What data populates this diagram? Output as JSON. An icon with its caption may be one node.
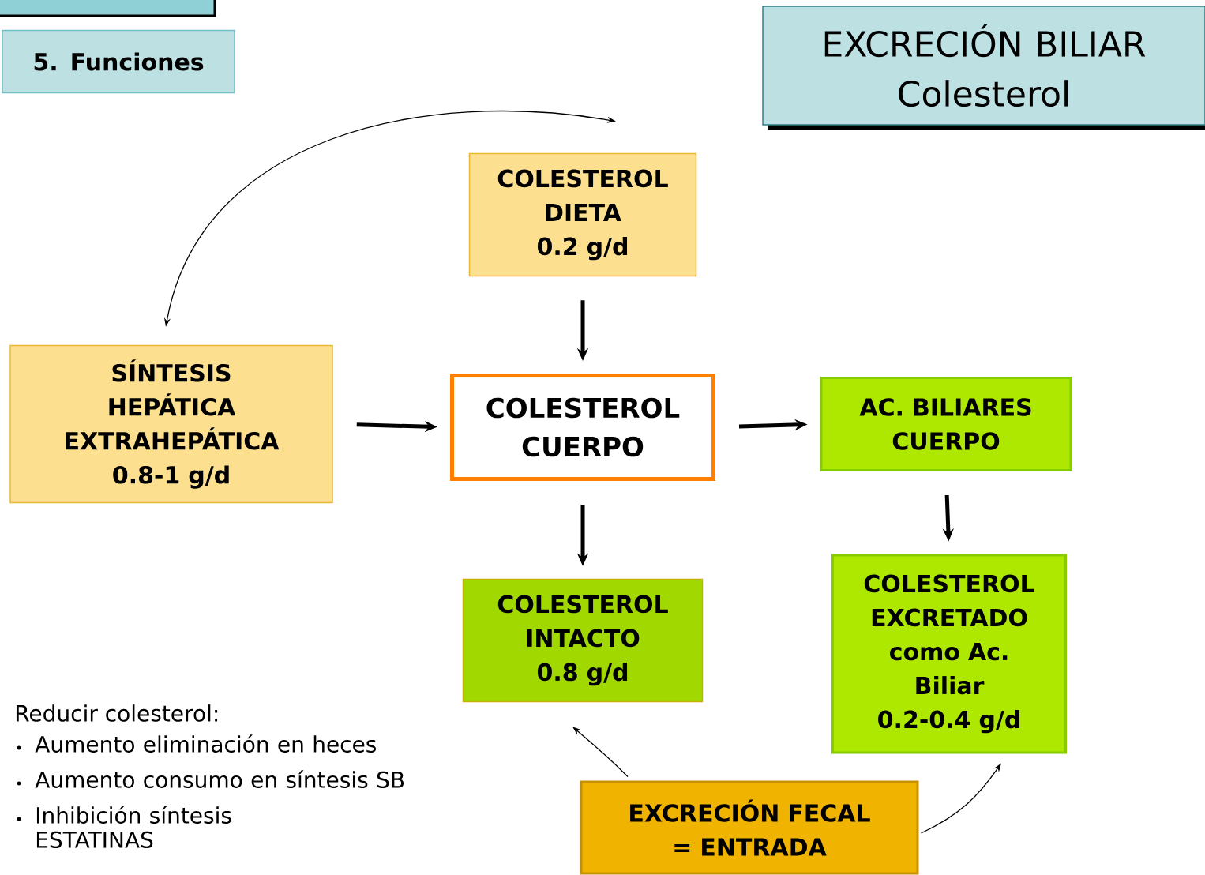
{
  "diagram": {
    "nodes": [
      {
        "text": [
          "5. Funciones"
        ]
      },
      {
        "text": [
          "EXCRECIÓN BILIAR",
          "Colesterol"
        ]
      },
      {
        "text": [
          "COLESTEROL DIETA",
          "0.2 g/d"
        ]
      },
      {
        "text": [
          "SÍNTESIS HEPÁTICA EXTRAHEPÁTICA",
          "0.8-1 g/d"
        ]
      },
      {
        "text": [
          "COLESTEROL CUERPO"
        ]
      },
      {
        "text": [
          "AC. BILIARES CUERPO"
        ]
      },
      {
        "text": [
          "COLESTEROL INTACTO",
          "0.8 g/d"
        ]
      },
      {
        "text": [
          "COLESTEROL EXCRETADO como Ac. Biliar",
          "0.2-0.4 g/d"
        ]
      },
      {
        "text": [
          "EXCRECIÓN FECAL = ENTRADA"
        ]
      }
    ],
    "edges": [
      {
        "from": 3,
        "to": 2,
        "arrow": "both"
      },
      {
        "from": 2,
        "to": 4,
        "arrow": "to"
      },
      {
        "from": 3,
        "to": 4,
        "arrow": "to"
      },
      {
        "from": 4,
        "to": 5,
        "arrow": "to"
      },
      {
        "from": 4,
        "to": 6,
        "arrow": "to"
      },
      {
        "from": 5,
        "to": 7,
        "arrow": "to"
      },
      {
        "from": 8,
        "to": 6,
        "arrow": "to"
      },
      {
        "from": 8,
        "to": 7,
        "arrow": "to"
      }
    ],
    "labels": [
      "Reducir colesterol:",
      "Aumento eliminación en heces",
      "Aumento consumo en síntesis SB",
      "Inhibición síntesis ESTATINAS"
    ]
  }
}
